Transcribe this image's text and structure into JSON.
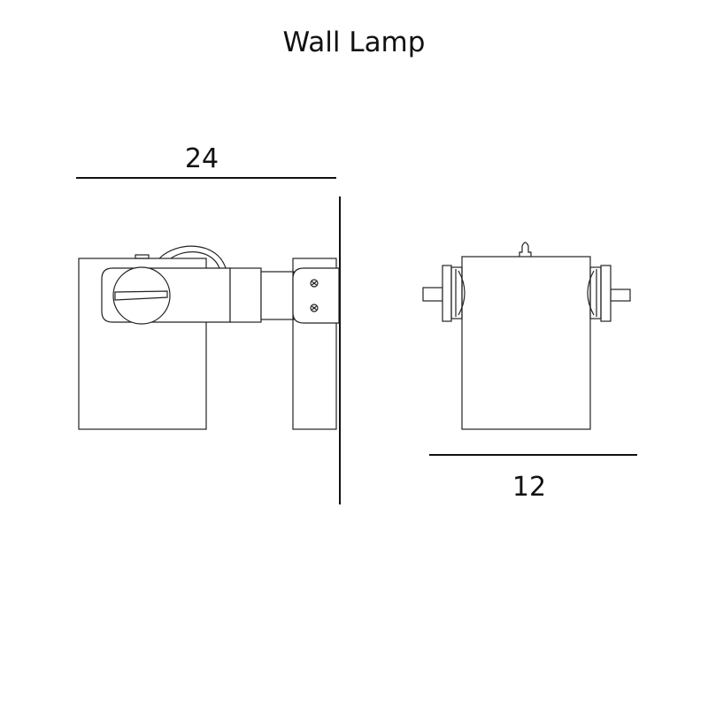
{
  "title": "Wall Lamp",
  "dimensions": {
    "depth": "24",
    "width": "12"
  }
}
